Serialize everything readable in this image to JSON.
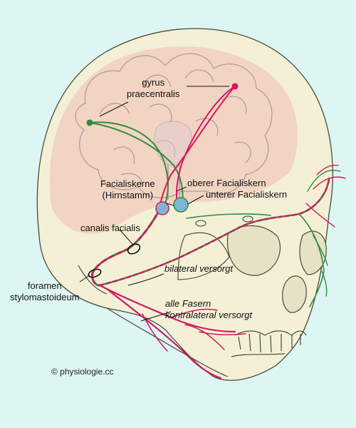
{
  "colors": {
    "background": "#ddf6f4",
    "skull": "#f4f0d6",
    "brain_tint": "#f1cfc0",
    "nerve_magenta": "#d6185f",
    "nerve_green": "#2f8c3f",
    "nucleus": "#7fb6d6"
  },
  "labels": {
    "gyrus": [
      "gyrus",
      "praecentralis"
    ],
    "facial_nuclei": [
      "Facialiskerne",
      "(Hirnstamm)"
    ],
    "upper_nucleus": "oberer Facialiskern",
    "lower_nucleus": "unterer Facialiskern",
    "canal": "canalis facialis",
    "foramen": [
      "foramen",
      "stylomastoideum"
    ],
    "bilateral": "bilateral versorgt",
    "contralateral": [
      "alle Fasern",
      "kontralateral versorgt"
    ]
  },
  "credit": "© physiologie.cc"
}
